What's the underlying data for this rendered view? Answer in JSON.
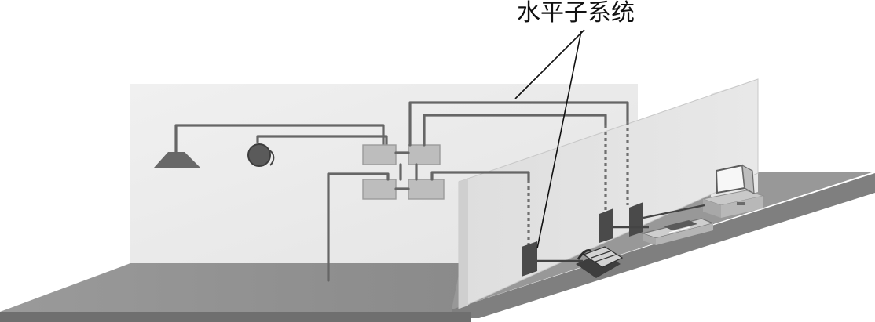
{
  "callout": {
    "label": "水平子系统"
  },
  "scene": {
    "colors": {
      "back_wall": "#ececec",
      "floor": "#8f8f8f",
      "floor_edge": "#6e6e6e",
      "partition": "#e1e1e1",
      "cable": "#666666",
      "device": "#b9b9b9",
      "device_dark": "#4a4a4a"
    },
    "elements": [
      "ceiling-lamp",
      "smoke-detector",
      "junction-boxes",
      "wall-outlets",
      "computer",
      "telephone",
      "fax-machine"
    ]
  }
}
